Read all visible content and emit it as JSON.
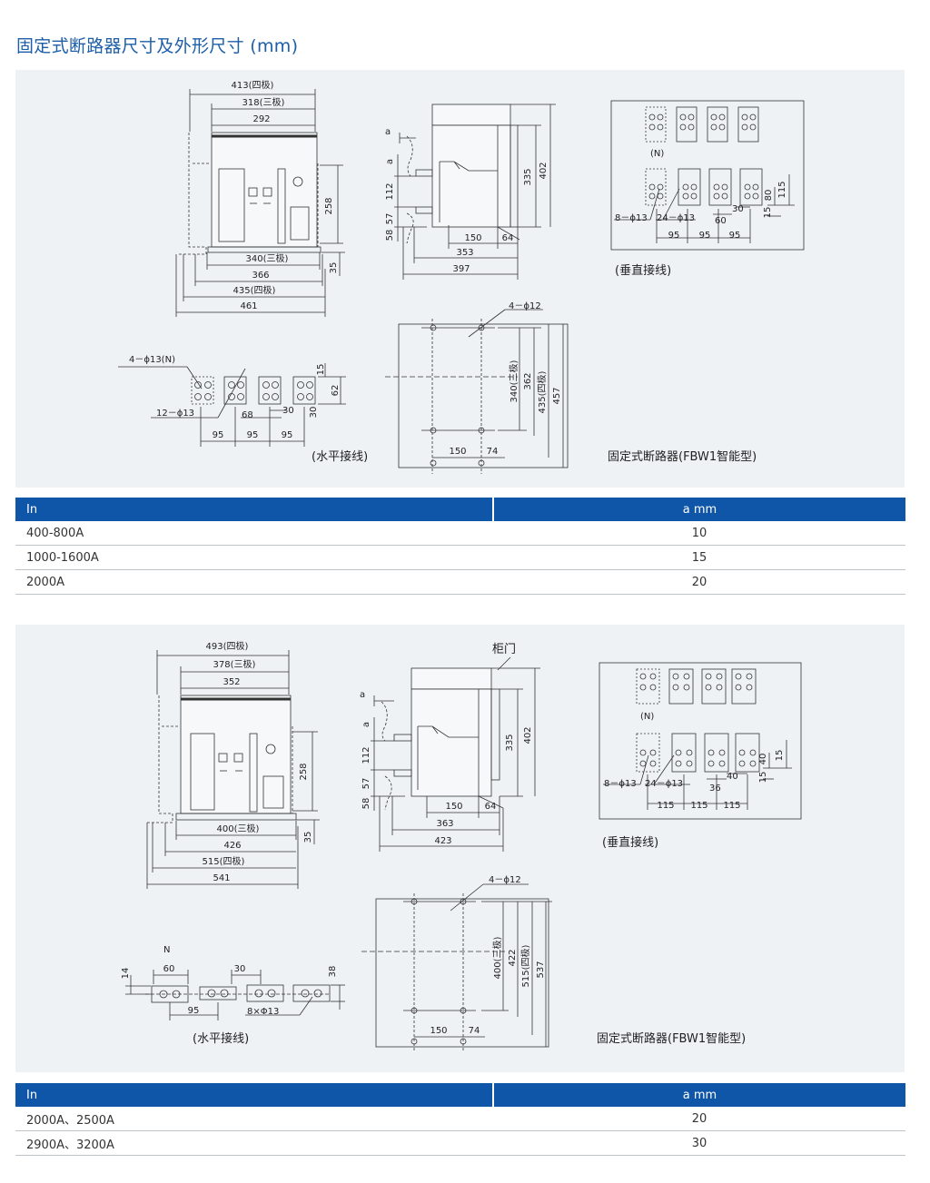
{
  "page": {
    "title": "固定式断路器尺寸及外形尺寸 (mm)"
  },
  "section1": {
    "front": {
      "w413": "413(四极)",
      "w318": "318(三极)",
      "w292": "292",
      "h258": "258",
      "h35": "35",
      "w340": "340(三极)",
      "w366": "366",
      "w435": "435(四极)",
      "w461": "461"
    },
    "side": {
      "a1": "a",
      "a2": "a",
      "v112": "112",
      "v57": "57",
      "v58": "58",
      "h335": "335",
      "h402": "402",
      "w150": "150",
      "w64": "64",
      "w353": "353",
      "w397": "397"
    },
    "vertical": {
      "n": "(N)",
      "hole1": "8－ϕ13",
      "hole2": "24－ϕ13",
      "d30": "30",
      "d60": "60",
      "d15": "15",
      "d80": "80",
      "d115": "115",
      "p1": "95",
      "p2": "95",
      "p3": "95",
      "caption": "(垂直接线)"
    },
    "horizontal": {
      "hole1": "4－ϕ13(N)",
      "hole2": "12－ϕ13",
      "d15": "15",
      "d62": "62",
      "d30v": "30",
      "d68": "68",
      "d30h": "30",
      "p1": "95",
      "p2": "95",
      "p3": "95",
      "caption": "(水平接线)"
    },
    "mount": {
      "holes": "4－ϕ12",
      "v340": "340(三极)",
      "v362": "362",
      "v435": "435(四极)",
      "v457": "457",
      "w150": "150",
      "w74": "74",
      "caption": "固定式断路器(FBW1智能型)"
    }
  },
  "table1": {
    "headers": [
      "In",
      "a mm"
    ],
    "rows": [
      [
        "400-800A",
        "10"
      ],
      [
        "1000-1600A",
        "15"
      ],
      [
        "2000A",
        "20"
      ]
    ]
  },
  "section2": {
    "front": {
      "w493": "493(四极)",
      "w378": "378(三极)",
      "w352": "352",
      "h258": "258",
      "h35": "35",
      "w400": "400(三极)",
      "w426": "426",
      "w515": "515(四极)",
      "w541": "541"
    },
    "side": {
      "door": "柜门",
      "a1": "a",
      "a2": "a",
      "v112": "112",
      "v57": "57",
      "v58": "58",
      "h335": "335",
      "h402": "402",
      "w150": "150",
      "w64": "64",
      "w363": "363",
      "w423": "423"
    },
    "vertical": {
      "n": "(N)",
      "hole1": "8－ϕ13",
      "hole2": "24－ϕ13",
      "d36": "36",
      "d40": "40",
      "d15": "15",
      "d40v": "40",
      "d15v": "15",
      "p1": "115",
      "p2": "115",
      "p3": "115",
      "caption": "(垂直接线)"
    },
    "horizontal": {
      "n": "N",
      "d60": "60",
      "d30": "30",
      "d14": "14",
      "d38": "38",
      "p95": "95",
      "holes": "8×Φ13",
      "caption": "(水平接线)"
    },
    "mount": {
      "holes": "4－ϕ12",
      "v400": "400(三极)",
      "v422": "422",
      "v515": "515(四极)",
      "v537": "537",
      "w150": "150",
      "w74": "74",
      "caption": "固定式断路器(FBW1智能型)"
    }
  },
  "table2": {
    "headers": [
      "In",
      "a mm"
    ],
    "rows": [
      [
        "2000A、2500A",
        "20"
      ],
      [
        "2900A、3200A",
        "30"
      ]
    ]
  }
}
